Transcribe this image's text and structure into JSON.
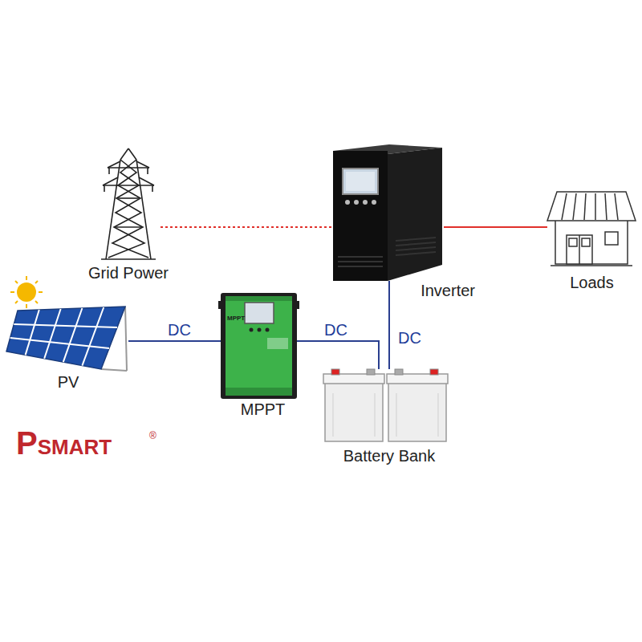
{
  "diagram": {
    "nodes": [
      {
        "text": [
          "Grid Power"
        ]
      },
      {
        "text": [
          "Inverter"
        ]
      },
      {
        "text": [
          "Loads"
        ]
      },
      {
        "text": [
          "PV"
        ]
      },
      {
        "text": [
          "MPPT"
        ]
      },
      {
        "text": [
          "Battery Bank"
        ]
      }
    ],
    "edges": [
      {
        "from": 0,
        "to": 1,
        "arrow": "none"
      },
      {
        "from": 1,
        "to": 2,
        "arrow": "none"
      },
      {
        "from": 3,
        "to": 4,
        "label": "DC",
        "arrow": "none"
      },
      {
        "from": 4,
        "to": 5,
        "label": "DC",
        "arrow": "none"
      },
      {
        "from": 1,
        "to": 5,
        "label": "DC",
        "arrow": "none"
      }
    ],
    "labels": [
      "MPPT",
      "PSMART",
      "®"
    ]
  }
}
